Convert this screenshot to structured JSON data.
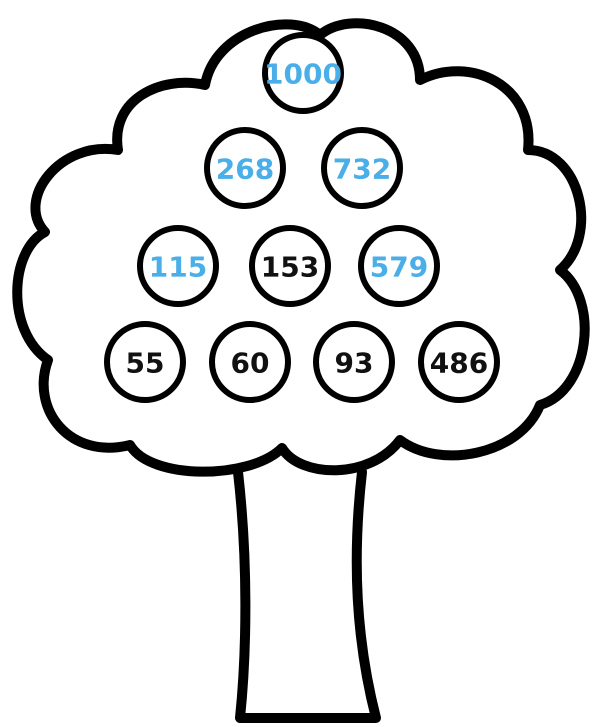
{
  "colors": {
    "outline": "#000000",
    "highlight_text": "#4aaee8",
    "normal_text": "#111111",
    "background": "#ffffff"
  },
  "tree": {
    "rows": [
      [
        {
          "value": "1000",
          "highlight": true
        }
      ],
      [
        {
          "value": "268",
          "highlight": true
        },
        {
          "value": "732",
          "highlight": true
        }
      ],
      [
        {
          "value": "115",
          "highlight": true
        },
        {
          "value": "153",
          "highlight": false
        },
        {
          "value": "579",
          "highlight": true
        }
      ],
      [
        {
          "value": "55",
          "highlight": false
        },
        {
          "value": "60",
          "highlight": false
        },
        {
          "value": "93",
          "highlight": false
        },
        {
          "value": "486",
          "highlight": false
        }
      ]
    ]
  }
}
